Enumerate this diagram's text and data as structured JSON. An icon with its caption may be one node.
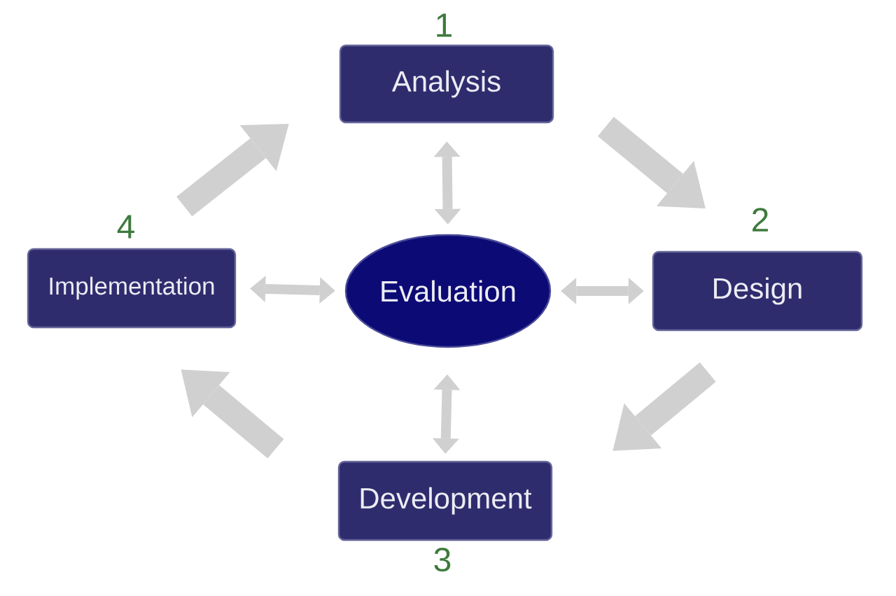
{
  "diagram": {
    "nodes": [
      {
        "text": [
          "Analysis"
        ],
        "beside": [
          "1"
        ]
      },
      {
        "text": [
          "Implementation"
        ],
        "beside": [
          "4"
        ]
      },
      {
        "text": [
          "Evaluation"
        ]
      },
      {
        "text": [
          "Design"
        ],
        "beside": [
          "2"
        ]
      },
      {
        "text": [
          "Development"
        ],
        "beside": [
          "3"
        ]
      }
    ],
    "edges": [
      {
        "from": 0,
        "to": 3,
        "arrow": "to",
        "style": "thick"
      },
      {
        "from": 3,
        "to": 4,
        "arrow": "to",
        "style": "thick"
      },
      {
        "from": 4,
        "to": 1,
        "arrow": "to",
        "style": "thick"
      },
      {
        "from": 1,
        "to": 0,
        "arrow": "to",
        "style": "thick"
      },
      {
        "from": 2,
        "to": 0,
        "arrow": "both"
      },
      {
        "from": 2,
        "to": 3,
        "arrow": "both"
      },
      {
        "from": 2,
        "to": 4,
        "arrow": "both"
      },
      {
        "from": 2,
        "to": 1,
        "arrow": "both"
      }
    ]
  }
}
